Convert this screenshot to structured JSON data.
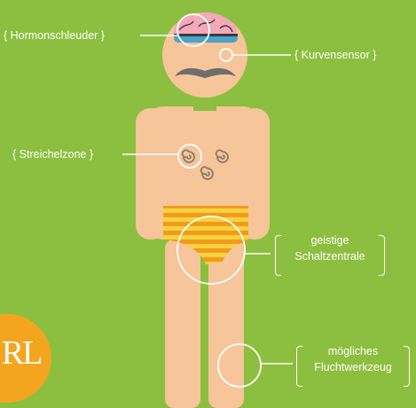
{
  "labels": {
    "hormonschleuder": "{ Hormonschleuder }",
    "kurvensensor": "{ Kurvensensor }",
    "streichelzone": "{ Streichelzone }",
    "geistige_line1": "geistige",
    "geistige_line2": "Schaltzentrale",
    "moegliches_line1": "mögliches",
    "moegliches_line2": "Fluchtwerkzeug"
  },
  "logo": {
    "text": "RL"
  },
  "colors": {
    "background": "#8cbf3f",
    "skin": "#f6c59a",
    "mustache": "#6e6e6e",
    "briefs_orange": "#f29a1f",
    "briefs_yellow": "#f7d33c",
    "logo": "#f4a51f",
    "brain": "#f3a9b8",
    "goggles": "#4aa3c8"
  },
  "icons": [
    "brain-icon",
    "mustache-icon",
    "nipple-swirl-icon",
    "briefs-icon",
    "callout-circle-icon",
    "logo-badge-icon"
  ]
}
